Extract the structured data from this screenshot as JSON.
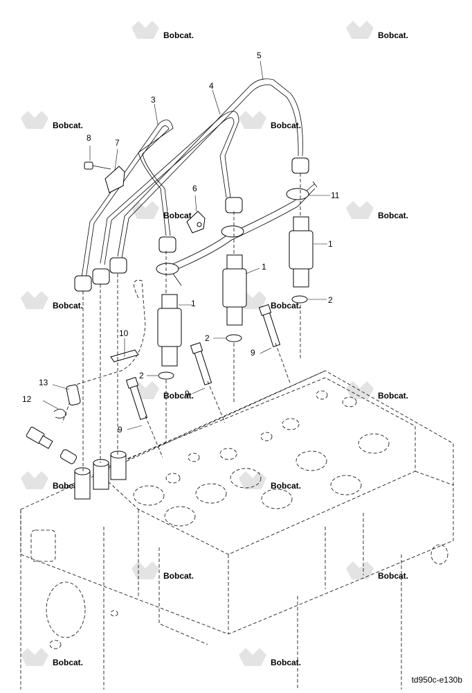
{
  "watermark": {
    "text": "Bobcat."
  },
  "document_id": "td950c-e130b",
  "callouts": [
    {
      "id": "c5",
      "label": "5"
    },
    {
      "id": "c4",
      "label": "4"
    },
    {
      "id": "c3",
      "label": "3"
    },
    {
      "id": "c8",
      "label": "8"
    },
    {
      "id": "c7",
      "label": "7"
    },
    {
      "id": "c6",
      "label": "6"
    },
    {
      "id": "c11",
      "label": "11"
    },
    {
      "id": "c1a",
      "label": "1"
    },
    {
      "id": "c1b",
      "label": "1"
    },
    {
      "id": "c1c",
      "label": "1"
    },
    {
      "id": "c2a",
      "label": "2"
    },
    {
      "id": "c2b",
      "label": "2"
    },
    {
      "id": "c2c",
      "label": "2"
    },
    {
      "id": "c10",
      "label": "10"
    },
    {
      "id": "c9a",
      "label": "9"
    },
    {
      "id": "c9b",
      "label": "9"
    },
    {
      "id": "c9c",
      "label": "9"
    },
    {
      "id": "c13",
      "label": "13"
    },
    {
      "id": "c12",
      "label": "12"
    }
  ]
}
